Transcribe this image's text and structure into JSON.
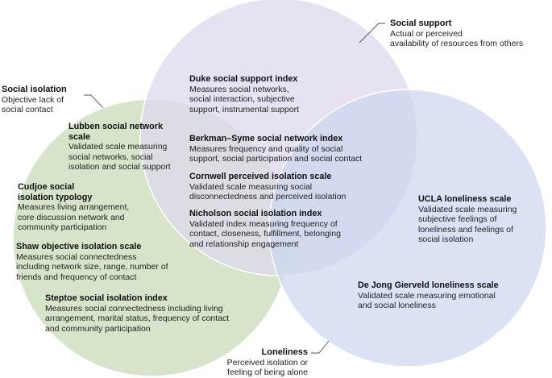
{
  "colors": {
    "social_isolation_circle": "#cfe0c0",
    "social_support_circle": "#ddd8ec",
    "loneliness_circle": "#cad6ee",
    "circle_stroke": "#ffffff",
    "leader_line": "#555555"
  },
  "categories": {
    "social_isolation": {
      "title": "Social isolation",
      "desc1": "Objective lack of",
      "desc2": "social contact"
    },
    "social_support": {
      "title": "Social support",
      "desc1": "Actual or perceived",
      "desc2": "availability of resources from others"
    },
    "loneliness": {
      "title": "Loneliness",
      "desc1": "Perceived isolation or",
      "desc2": "feeling of being alone"
    }
  },
  "measures": [
    {
      "title": "Duke social support index",
      "lines": [
        "Measures social networks,",
        "social interaction, subjective",
        "support, instrumental support"
      ]
    },
    {
      "title": "Lubben social network",
      "title2": "scale",
      "lines": [
        "Validated scale measuring",
        "social networks, social",
        "isolation and social support"
      ]
    },
    {
      "title": "Berkman–Syme social network index",
      "lines": [
        "Measures frequency and quality of social",
        "support, social participation and social contact"
      ]
    },
    {
      "title": "Cornwell perceived isolation scale",
      "lines": [
        "Validated scale measuring social",
        "disconnectedness and perceived isolation"
      ]
    },
    {
      "title": "Cudjoe social",
      "title2": "isolation typology",
      "lines": [
        "Measures living arrangement,",
        "core discussion network and",
        "community participation"
      ]
    },
    {
      "title": "Nicholson social isolation index",
      "lines": [
        "Validated index measuring frequency of",
        "contact, closeness, fulfillment, belonging",
        "and relationship engagement"
      ]
    },
    {
      "title": "UCLA loneliness scale",
      "lines": [
        "Validated scale measuring",
        "subjective feelings of",
        "loneliness and feelings of",
        "social isolation"
      ]
    },
    {
      "title": "Shaw objective isolation scale",
      "lines": [
        "Measures social connectedness",
        "including network size, range, number of",
        "friends and frequency of contact"
      ]
    },
    {
      "title": "De Jong Gierveld loneliness scale",
      "lines": [
        "Validated scale measuring emotional",
        "and social loneliness"
      ]
    },
    {
      "title": "Steptoe social isolation index",
      "lines": [
        "Measures social connectedness including living",
        "arrangement, marital status, frequency of contact",
        "and community participation"
      ]
    }
  ]
}
